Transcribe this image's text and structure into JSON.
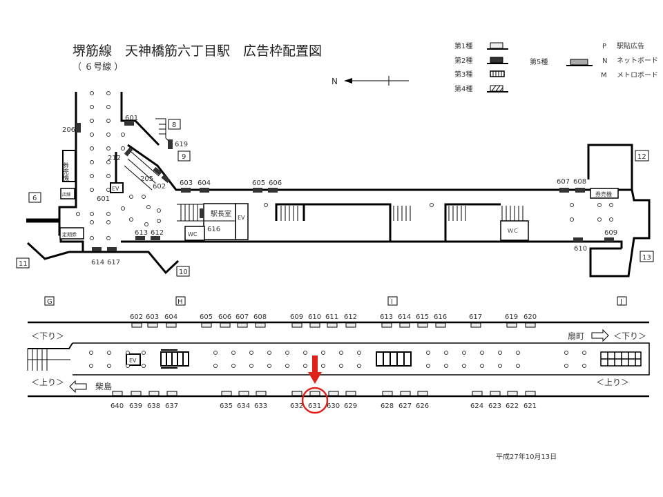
{
  "header": {
    "title": "堺筋線　天神橋筋六丁目駅　広告枠配置図",
    "subtitle": "（ ６号線 ）",
    "north_label": "N"
  },
  "legend": {
    "types": [
      {
        "label": "第1種",
        "color": "#eeeeee"
      },
      {
        "label": "第2種",
        "color": "#333333"
      },
      {
        "label": "第3種",
        "color": "#ffffff"
      },
      {
        "label": "第4種",
        "color": "#ffffff"
      },
      {
        "label": "第5種",
        "color": "#aaaaaa"
      }
    ],
    "codes": [
      {
        "code": "P",
        "label": "駅貼広告"
      },
      {
        "code": "N",
        "label": "ネットボード"
      },
      {
        "code": "M",
        "label": "メトロボード"
      }
    ]
  },
  "concourse": {
    "exits": [
      "6",
      "8",
      "9",
      "10",
      "11",
      "12",
      "13"
    ],
    "rooms": {
      "ticket_machine": "券売機",
      "shop": "店舗",
      "commuter_pass": "定期券",
      "station_master": "駅長室",
      "wc": "WC",
      "wc2": "ＷＣ",
      "ev": "EV",
      "ticket_machine_east": "券売機"
    },
    "ad_labels": [
      "206",
      "601",
      "212",
      "205",
      "602",
      "601",
      "619",
      "603",
      "604",
      "605",
      "606",
      "607",
      "608",
      "609",
      "610",
      "613",
      "612",
      "614",
      "617",
      "616"
    ]
  },
  "platform": {
    "car_markers": [
      "G",
      "H",
      "I",
      "J"
    ],
    "down_label": "＜下り＞",
    "up_label": "＜上り＞",
    "down_direction": "扇町",
    "up_direction": "柴島",
    "ev_label": "EV",
    "top_ads": [
      "602",
      "603",
      "604",
      "605",
      "606",
      "607",
      "608",
      "609",
      "610",
      "611",
      "612",
      "613",
      "614",
      "615",
      "616",
      "617",
      "619",
      "620"
    ],
    "bottom_ads": [
      "640",
      "639",
      "638",
      "637",
      "635",
      "634",
      "633",
      "632",
      "631",
      "630",
      "629",
      "628",
      "627",
      "626",
      "624",
      "623",
      "622",
      "621"
    ],
    "highlighted_ad": "631",
    "highlight_color": "#e0201b"
  },
  "footer": {
    "date": "平成27年10月13日"
  }
}
